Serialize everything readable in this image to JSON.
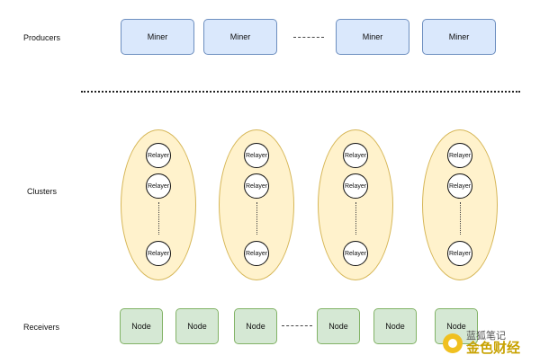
{
  "labels": {
    "producers": "Producers",
    "clusters": "Clusters",
    "receivers": "Receivers"
  },
  "producers": [
    {
      "label": "Miner"
    },
    {
      "label": "Miner"
    },
    {
      "label": "Miner"
    },
    {
      "label": "Miner"
    }
  ],
  "clusters": [
    {
      "relayers": [
        "Relayer",
        "Relayer",
        "Relayer"
      ]
    },
    {
      "relayers": [
        "Relayer",
        "Relayer",
        "Relayer"
      ]
    },
    {
      "relayers": [
        "Relayer",
        "Relayer",
        "Relayer"
      ]
    },
    {
      "relayers": [
        "Relayer",
        "Relayer",
        "Relayer"
      ]
    }
  ],
  "receivers": [
    {
      "label": "Node"
    },
    {
      "label": "Node"
    },
    {
      "label": "Node"
    },
    {
      "label": "Node"
    },
    {
      "label": "Node"
    },
    {
      "label": "Node"
    }
  ],
  "watermark": {
    "line1": "蓝狐笔记",
    "line2": "金色财经"
  },
  "colors": {
    "miner_fill": "#dae8fc",
    "miner_stroke": "#6c8ebf",
    "cluster_fill": "#fff2cc",
    "cluster_stroke": "#d6b656",
    "node_fill": "#d5e8d4",
    "node_stroke": "#82b366"
  }
}
